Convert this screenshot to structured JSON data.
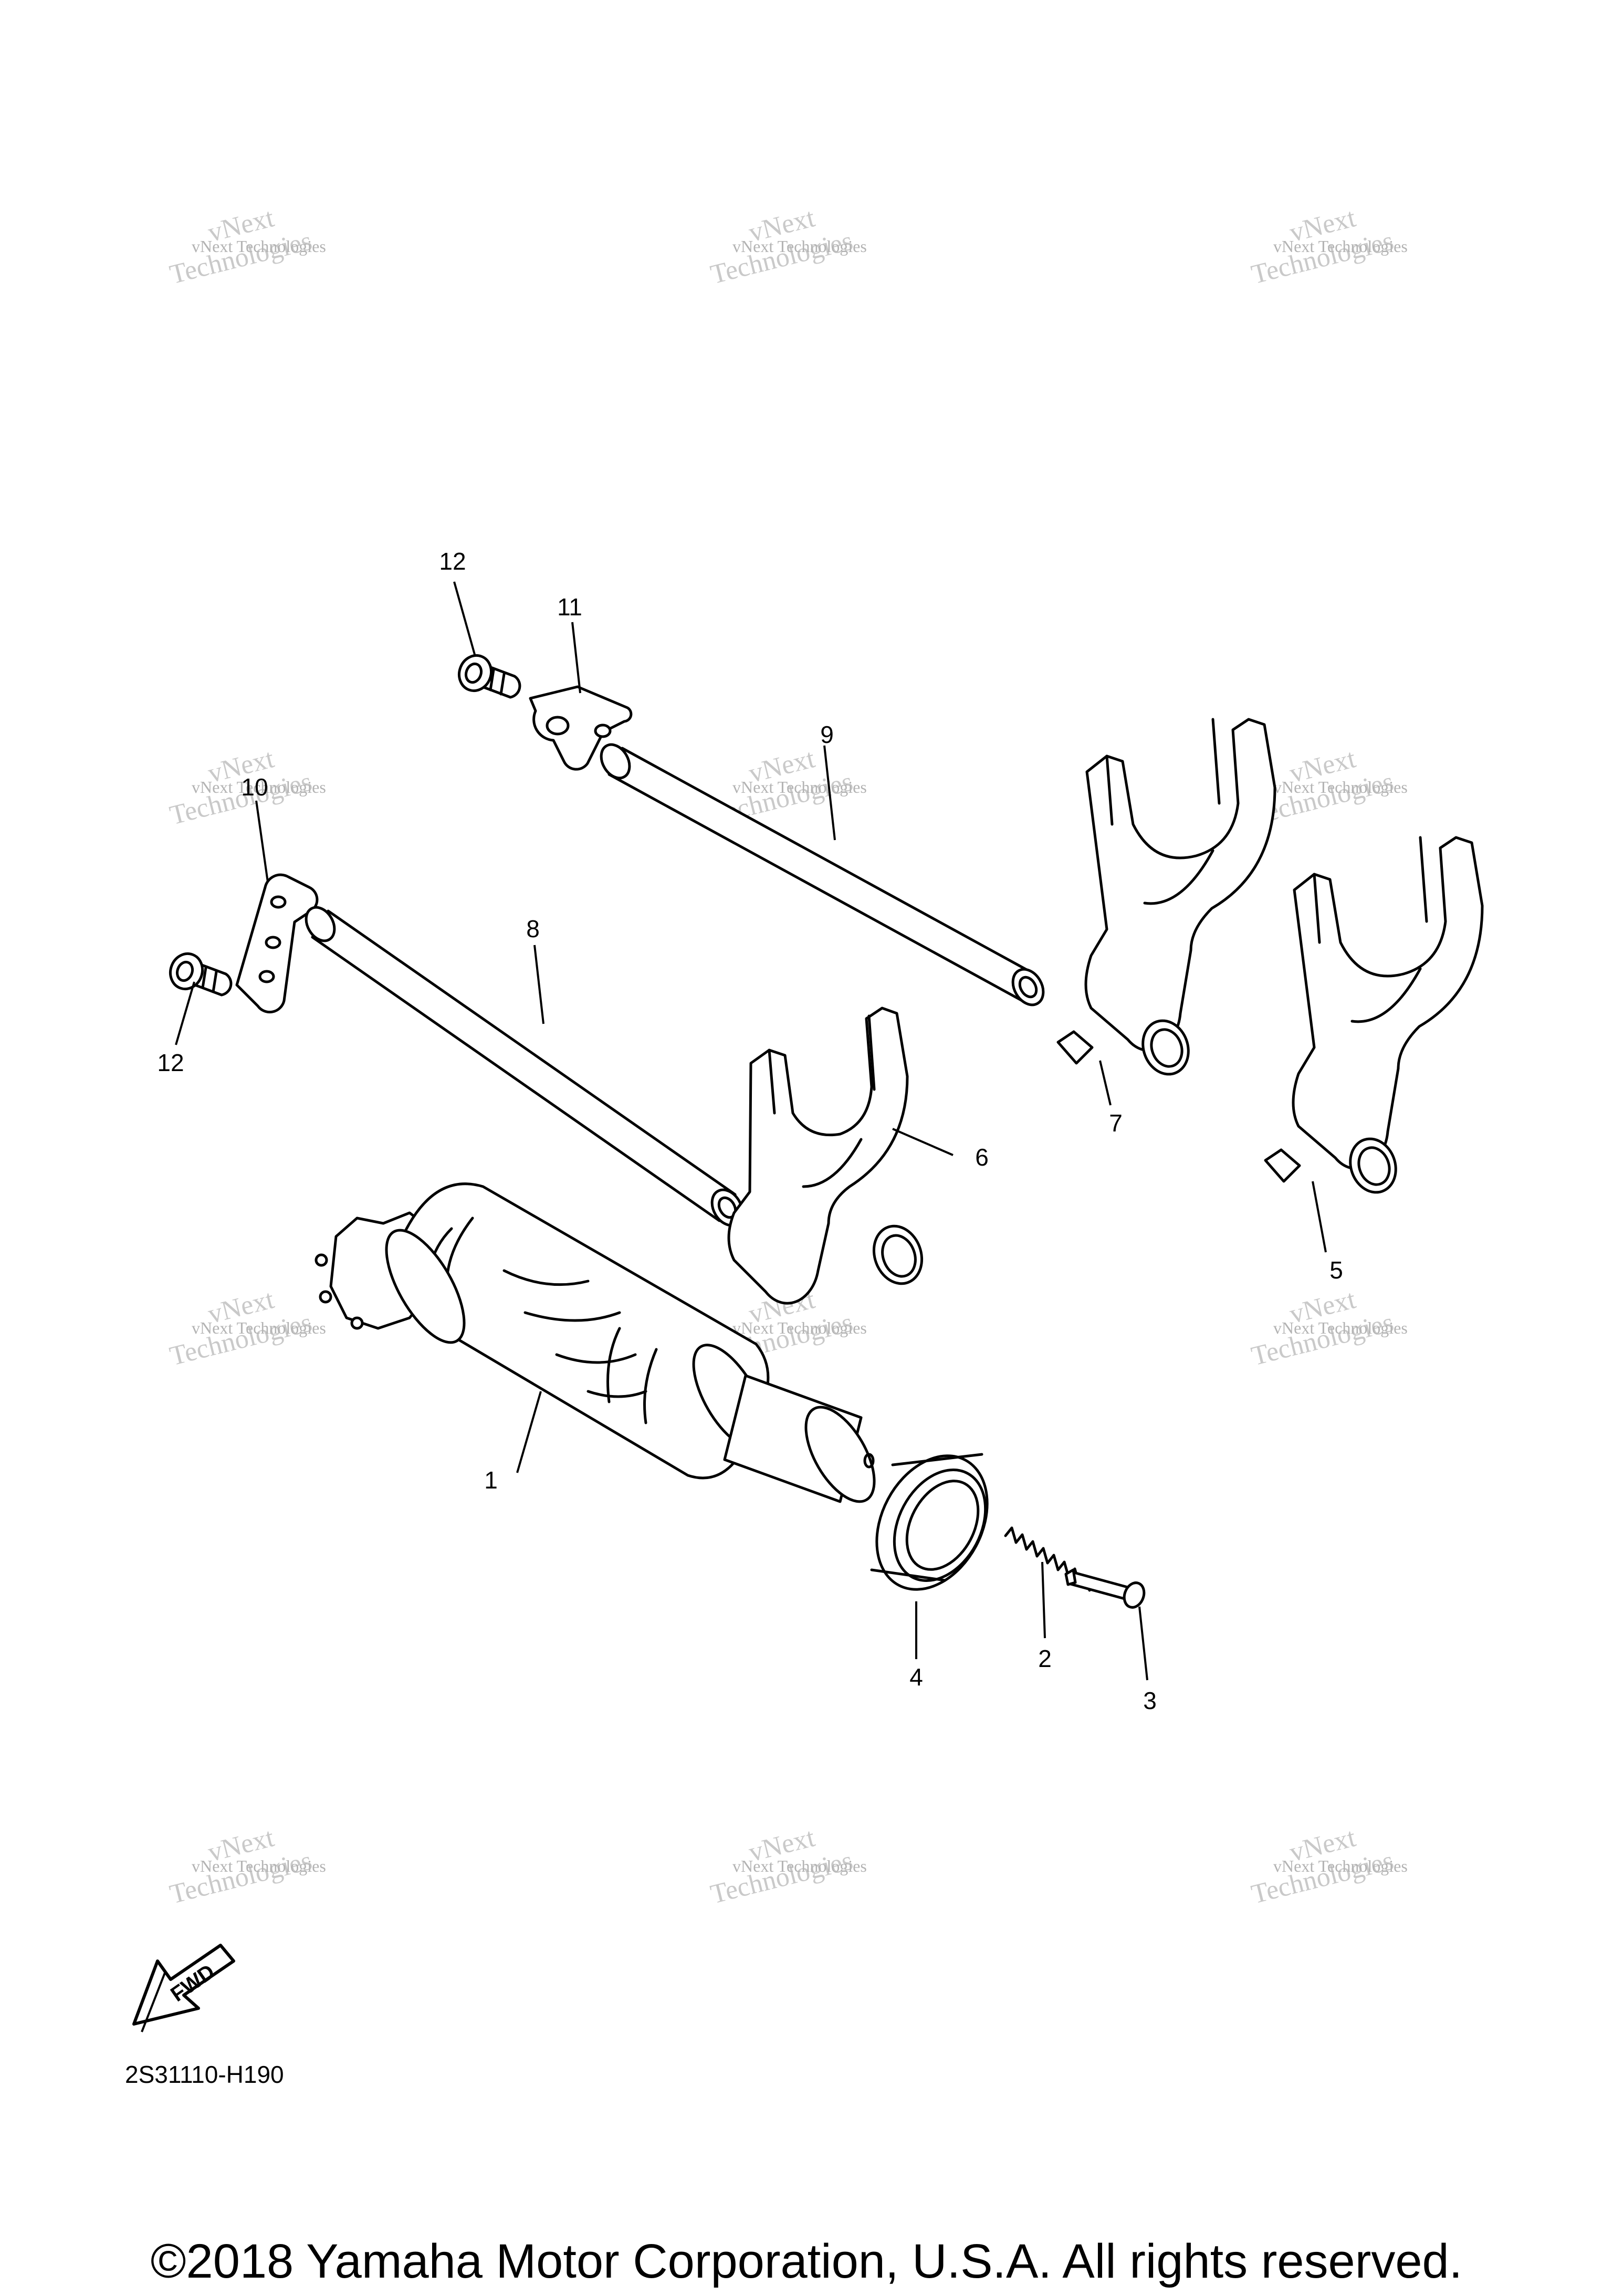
{
  "diagram_code": "2S31110-H190",
  "copyright": "©2018 Yamaha Motor Corporation, U.S.A. All rights reserved.",
  "fwd_label": "FWD",
  "watermark": {
    "line1": "vNext Technologies",
    "line2": "Technologies",
    "line3": "vNext"
  },
  "callouts": {
    "p1": "1",
    "p2": "2",
    "p3": "3",
    "p4": "4",
    "p5": "5",
    "p6": "6",
    "p7": "7",
    "p8": "8",
    "p9": "9",
    "p10": "10",
    "p11": "11",
    "p12a": "12",
    "p12b": "12"
  }
}
